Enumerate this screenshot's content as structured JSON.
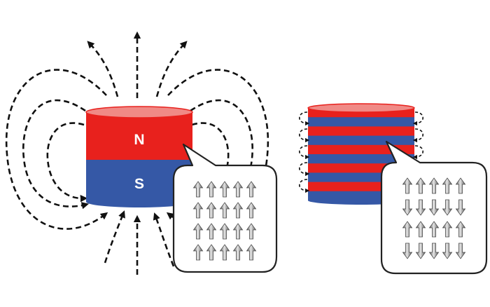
{
  "magnet": {
    "north_label": "N",
    "south_label": "S",
    "north_color": "#e8211d",
    "south_color": "#3558a6"
  },
  "colors": {
    "field_line": "#111111",
    "callout_border": "#222222",
    "arrow_light": "#cfcfcf",
    "arrow_dark": "#5a5a5a"
  },
  "callout_left": {
    "rows": [
      "up",
      "up",
      "up",
      "up"
    ],
    "columns": 5
  },
  "callout_right": {
    "rows": [
      "up",
      "down",
      "up",
      "down"
    ],
    "columns": 5
  },
  "stack": {
    "layer_count": 10
  }
}
